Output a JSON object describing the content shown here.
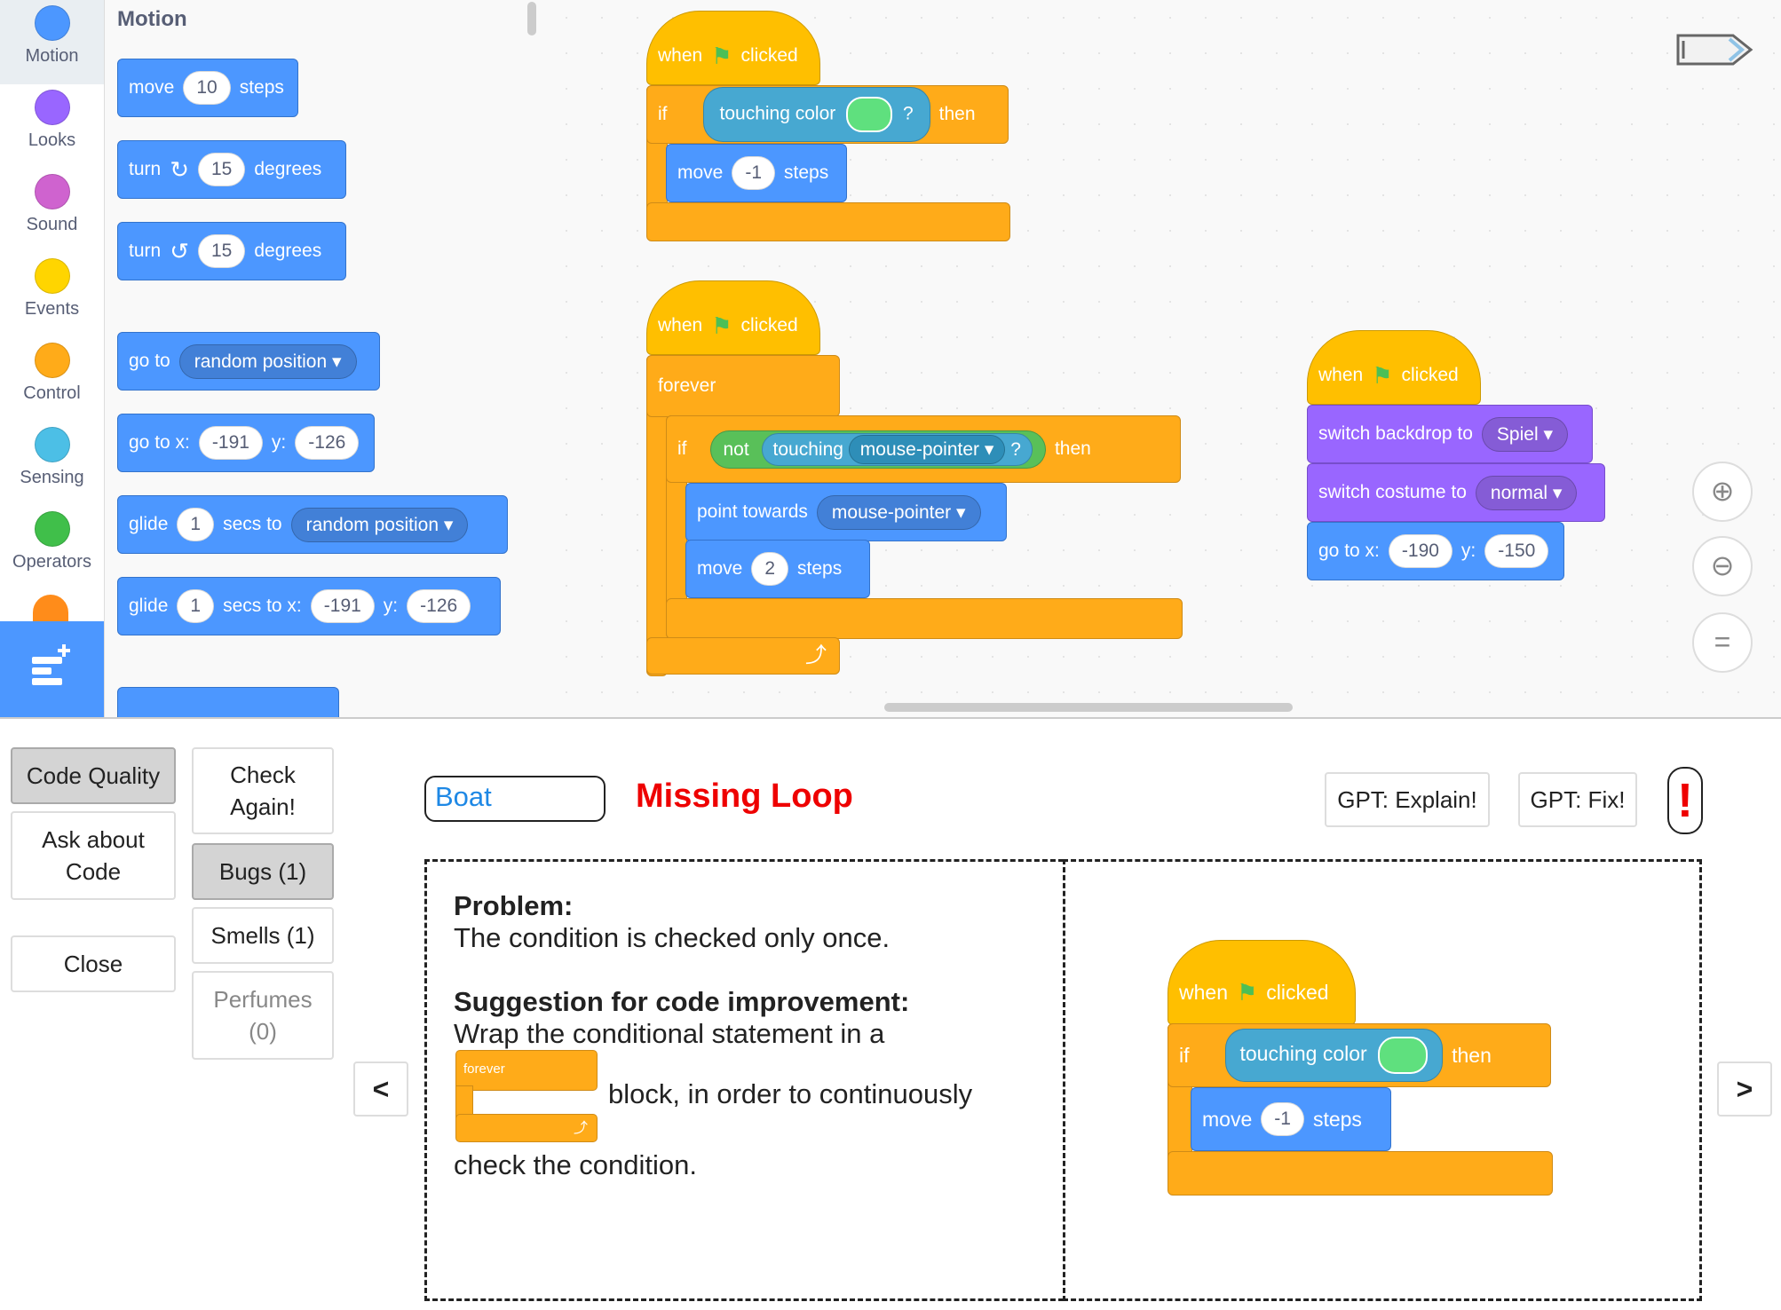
{
  "categories": [
    {
      "label": "Motion",
      "color": "#4c97ff"
    },
    {
      "label": "Looks",
      "color": "#9966ff"
    },
    {
      "label": "Sound",
      "color": "#cf63cf"
    },
    {
      "label": "Events",
      "color": "#ffd500"
    },
    {
      "label": "Control",
      "color": "#ffab19"
    },
    {
      "label": "Sensing",
      "color": "#4cbfe6"
    },
    {
      "label": "Operators",
      "color": "#40bf4a"
    }
  ],
  "palette": {
    "title": "Motion",
    "move": {
      "a": "move",
      "n": "10",
      "b": "steps"
    },
    "turn_cw": {
      "a": "turn",
      "n": "15",
      "b": "degrees",
      "icon": "↻"
    },
    "turn_ccw": {
      "a": "turn",
      "n": "15",
      "b": "degrees",
      "icon": "↺"
    },
    "goto": {
      "a": "go to",
      "dd": "random position ▾"
    },
    "gotoxy": {
      "a": "go to x:",
      "x": "-191",
      "b": "y:",
      "y": "-126"
    },
    "glide1": {
      "a": "glide",
      "n": "1",
      "b": "secs to",
      "dd": "random position ▾"
    },
    "glide2": {
      "a": "glide",
      "n": "1",
      "b": "secs to x:",
      "x": "-191",
      "c": "y:",
      "y": "-126"
    }
  },
  "scripts": {
    "s1": {
      "when": "when",
      "clicked": "clicked",
      "if": "if",
      "touching": "touching color",
      "q": "?",
      "then": "then",
      "move": "move",
      "n": "-1",
      "steps": "steps"
    },
    "s2": {
      "when": "when",
      "clicked": "clicked",
      "forever": "forever",
      "if": "if",
      "not": "not",
      "touching": "touching",
      "dd": "mouse-pointer ▾",
      "q": "?",
      "then": "then",
      "point": "point towards",
      "pdd": "mouse-pointer ▾",
      "move": "move",
      "n": "2",
      "steps": "steps",
      "loop_arrow": "⤴"
    },
    "s3": {
      "when": "when",
      "clicked": "clicked",
      "backdrop": "switch backdrop to",
      "bdd": "Spiel ▾",
      "costume": "switch costume to",
      "cdd": "normal ▾",
      "goto": "go to x:",
      "x": "-190",
      "yl": "y:",
      "y": "-150"
    }
  },
  "zoom": {
    "in": "⊕",
    "out": "⊖",
    "reset": "="
  },
  "panel": {
    "code_quality": "Code Quality",
    "check_again": "Check Again!",
    "ask_about_code": "Ask about Code",
    "bugs": "Bugs (1)",
    "smells": "Smells (1)",
    "close": "Close",
    "perfumes": "Perfumes (0)",
    "sprite": "Boat",
    "issue_title": "Missing Loop",
    "gpt_explain": "GPT: Explain!",
    "gpt_fix": "GPT: Fix!",
    "warn": "!",
    "prev": "<",
    "next": ">",
    "problem_label": "Problem:",
    "problem_text": "The condition is checked only once.",
    "suggestion_label": "Suggestion for code improvement:",
    "suggestion_line1": "Wrap the conditional statement in a",
    "forever_block": "forever",
    "suggestion_line2": "block, in order to continuously",
    "suggestion_line3": "check the condition."
  },
  "example": {
    "when": "when",
    "clicked": "clicked",
    "if": "if",
    "touching": "touching color",
    "then": "then",
    "move": "move",
    "n": "-1",
    "steps": "steps"
  }
}
